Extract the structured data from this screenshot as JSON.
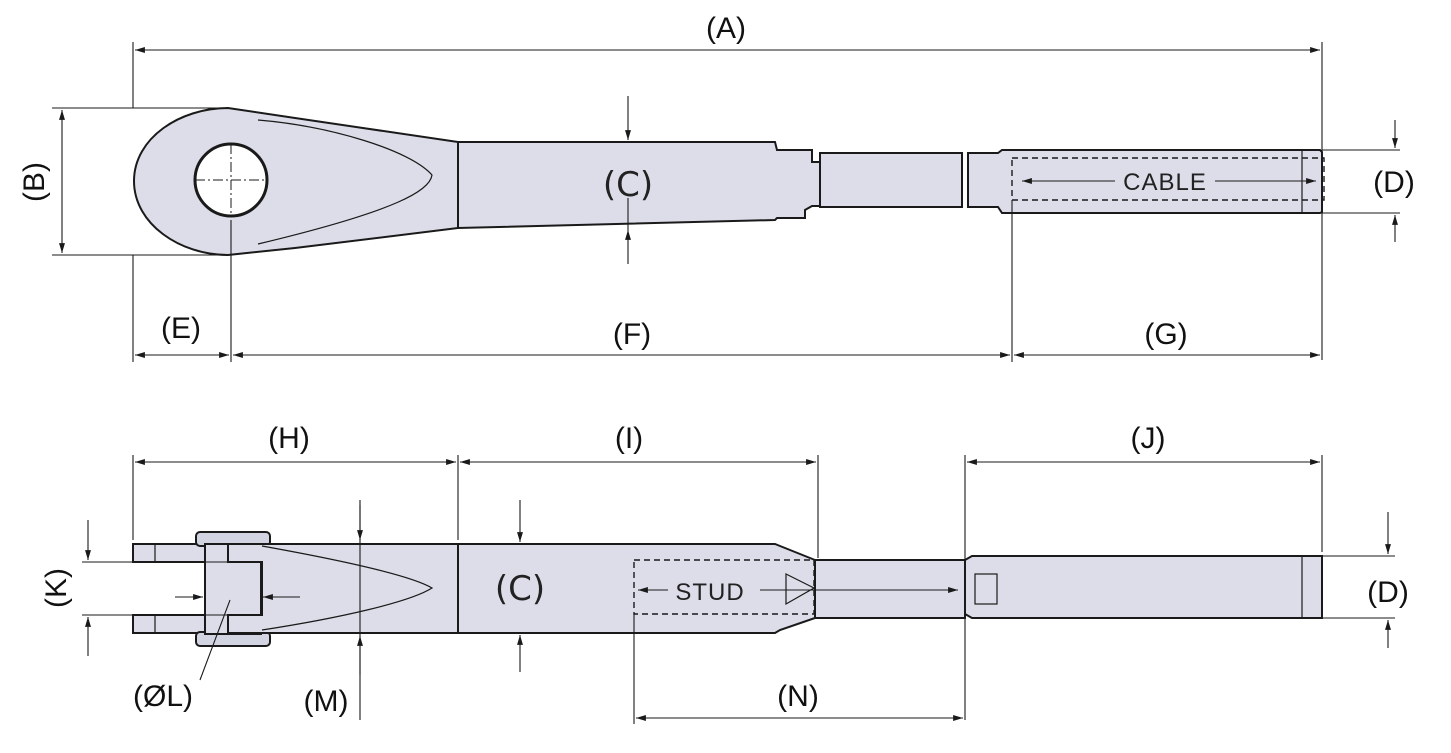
{
  "labels": {
    "A": "(A)",
    "B": "(B)",
    "C": "(C)",
    "D": "(D)",
    "E": "(E)",
    "F": "(F)",
    "G": "(G)",
    "H": "(H)",
    "I": "(I)",
    "J": "(J)",
    "K": "(K)",
    "L": "(ØL)",
    "M": "(M)",
    "N": "(N)"
  },
  "callouts": {
    "cable": "CABLE",
    "stud": "STUD"
  },
  "colors": {
    "part_fill": "#dcdde9",
    "outline": "#1a1a1a"
  }
}
